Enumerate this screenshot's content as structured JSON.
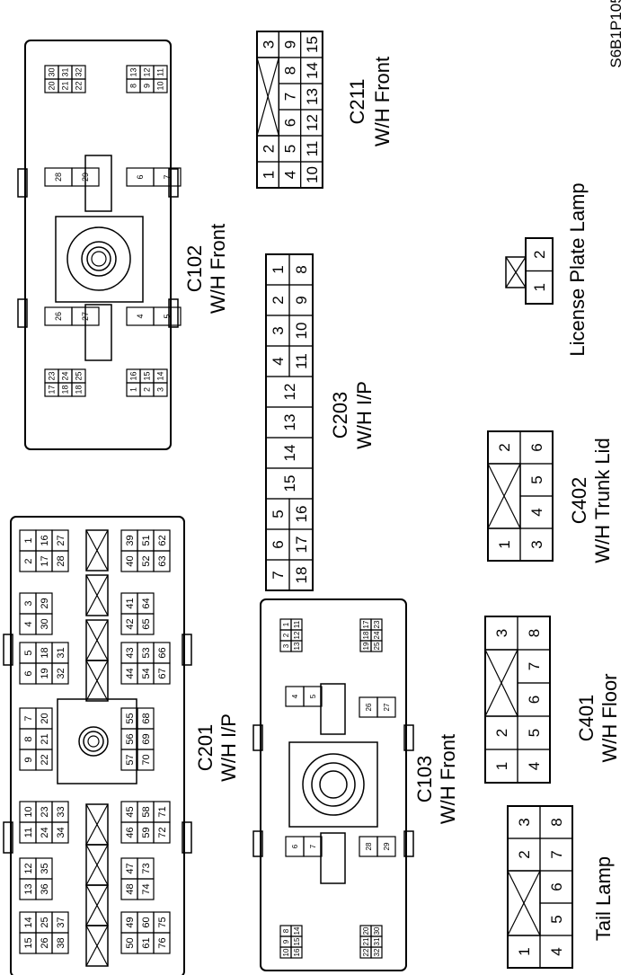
{
  "figure_code": "S6B1P105",
  "connectors": {
    "c211": {
      "id": "C211",
      "name": "W/H Front",
      "rows": [
        [
          "3",
          "9",
          "15"
        ],
        [
          "",
          "8",
          "14"
        ],
        [
          "",
          "7",
          "13"
        ],
        [
          "",
          "6",
          "12"
        ],
        [
          "2",
          "5",
          "11"
        ],
        [
          "1",
          "4",
          "10"
        ]
      ]
    },
    "c102": {
      "id": "C102",
      "name": "W/H Front",
      "groups": {
        "g1": [
          [
            "30",
            "31",
            "32"
          ],
          [
            "20",
            "21",
            "22"
          ]
        ],
        "g2": [
          [
            "13",
            "12",
            "11"
          ],
          [
            "8",
            "9",
            "10"
          ]
        ],
        "g3": [
          [
            "28",
            "29"
          ]
        ],
        "g4": [
          [
            "6",
            "7"
          ]
        ],
        "g5": [
          [
            "26",
            "27"
          ]
        ],
        "g6": [
          [
            "4",
            "5"
          ]
        ],
        "g7": [
          [
            "23",
            "24",
            "25"
          ],
          [
            "17",
            "18",
            "18"
          ]
        ],
        "g8": [
          [
            "16",
            "15",
            "14"
          ],
          [
            "1",
            "2",
            "3"
          ]
        ]
      }
    },
    "c203": {
      "id": "C203",
      "name": "W/H I/P",
      "rows": [
        [
          "1",
          "8"
        ],
        [
          "2",
          "9"
        ],
        [
          "3",
          "10"
        ],
        [
          "4",
          "11"
        ],
        [
          "12"
        ],
        [
          "13"
        ],
        [
          "14"
        ],
        [
          "15"
        ],
        [
          "5",
          "16"
        ],
        [
          "6",
          "17"
        ],
        [
          "7",
          "18"
        ]
      ]
    },
    "license_plate_lamp": {
      "name": "License Plate Lamp",
      "cells": [
        "1",
        "2"
      ]
    },
    "c402": {
      "id": "C402",
      "name": "W/H Trunk Lid",
      "rows": [
        [
          "2",
          "6"
        ],
        [
          "",
          "5"
        ],
        [
          "",
          "4"
        ],
        [
          "1",
          "3"
        ]
      ]
    },
    "c201": {
      "id": "C201",
      "name": "W/H I/P",
      "groups": {
        "g1": [
          [
            "1",
            "16",
            "27"
          ],
          [
            "2",
            "17",
            "28"
          ]
        ],
        "g2": [
          [
            "3",
            "29"
          ],
          [
            "4",
            "30"
          ]
        ],
        "g3": [
          [
            "5",
            "18",
            "31"
          ],
          [
            "6",
            "19",
            "32"
          ]
        ],
        "g4": [
          [
            "7",
            "20"
          ],
          [
            "8",
            "21"
          ],
          [
            "9",
            "22"
          ]
        ],
        "g5": [
          [
            "10",
            "23",
            "33"
          ],
          [
            "11",
            "24",
            "34"
          ]
        ],
        "g6": [
          [
            "12",
            "35"
          ],
          [
            "13",
            "36"
          ]
        ],
        "g7": [
          [
            "14",
            "25",
            "37"
          ],
          [
            "15",
            "26",
            "38"
          ]
        ],
        "g8": [
          [
            "39",
            "51",
            "62"
          ],
          [
            "40",
            "52",
            "63"
          ]
        ],
        "g9": [
          [
            "41",
            "64"
          ],
          [
            "42",
            "65"
          ]
        ],
        "g10": [
          [
            "43",
            "53",
            "66"
          ],
          [
            "44",
            "54",
            "67"
          ]
        ],
        "g11": [
          [
            "55",
            "68"
          ],
          [
            "56",
            "69"
          ],
          [
            "57",
            "70"
          ]
        ],
        "g12": [
          [
            "45",
            "58",
            "71"
          ],
          [
            "46",
            "59",
            "72"
          ]
        ],
        "g13": [
          [
            "47",
            "73"
          ],
          [
            "48",
            "74"
          ]
        ],
        "g14": [
          [
            "49",
            "60",
            "75"
          ],
          [
            "50",
            "61",
            "76"
          ]
        ]
      }
    },
    "c103": {
      "id": "C103",
      "name": "W/H Front",
      "groups": {
        "g1": [
          [
            "1",
            "11"
          ],
          [
            "2",
            "12"
          ],
          [
            "3",
            "13"
          ]
        ],
        "g2": [
          [
            "17",
            "23"
          ],
          [
            "18",
            "24"
          ],
          [
            "19",
            "25"
          ]
        ],
        "g3": [
          [
            "4",
            "5"
          ]
        ],
        "g4": [
          [
            "26",
            "27"
          ]
        ],
        "g5": [
          [
            "6",
            "7"
          ]
        ],
        "g6": [
          [
            "28",
            "29"
          ]
        ],
        "g7": [
          [
            "8",
            "14"
          ],
          [
            "9",
            "15"
          ],
          [
            "10",
            "16"
          ]
        ],
        "g8": [
          [
            "20",
            "30"
          ],
          [
            "21",
            "31"
          ],
          [
            "22",
            "32"
          ]
        ]
      }
    },
    "c401": {
      "id": "C401",
      "name": "W/H Floor",
      "rows": [
        [
          "3",
          "8"
        ],
        [
          "",
          "7"
        ],
        [
          "",
          "6"
        ],
        [
          "2",
          "5"
        ],
        [
          "1",
          "4"
        ]
      ]
    },
    "tail_lamp": {
      "name": "Tail Lamp",
      "rows": [
        [
          "3",
          "8"
        ],
        [
          "2",
          "7"
        ],
        [
          "",
          "6"
        ],
        [
          "",
          "5"
        ],
        [
          "1",
          "4"
        ]
      ]
    }
  }
}
